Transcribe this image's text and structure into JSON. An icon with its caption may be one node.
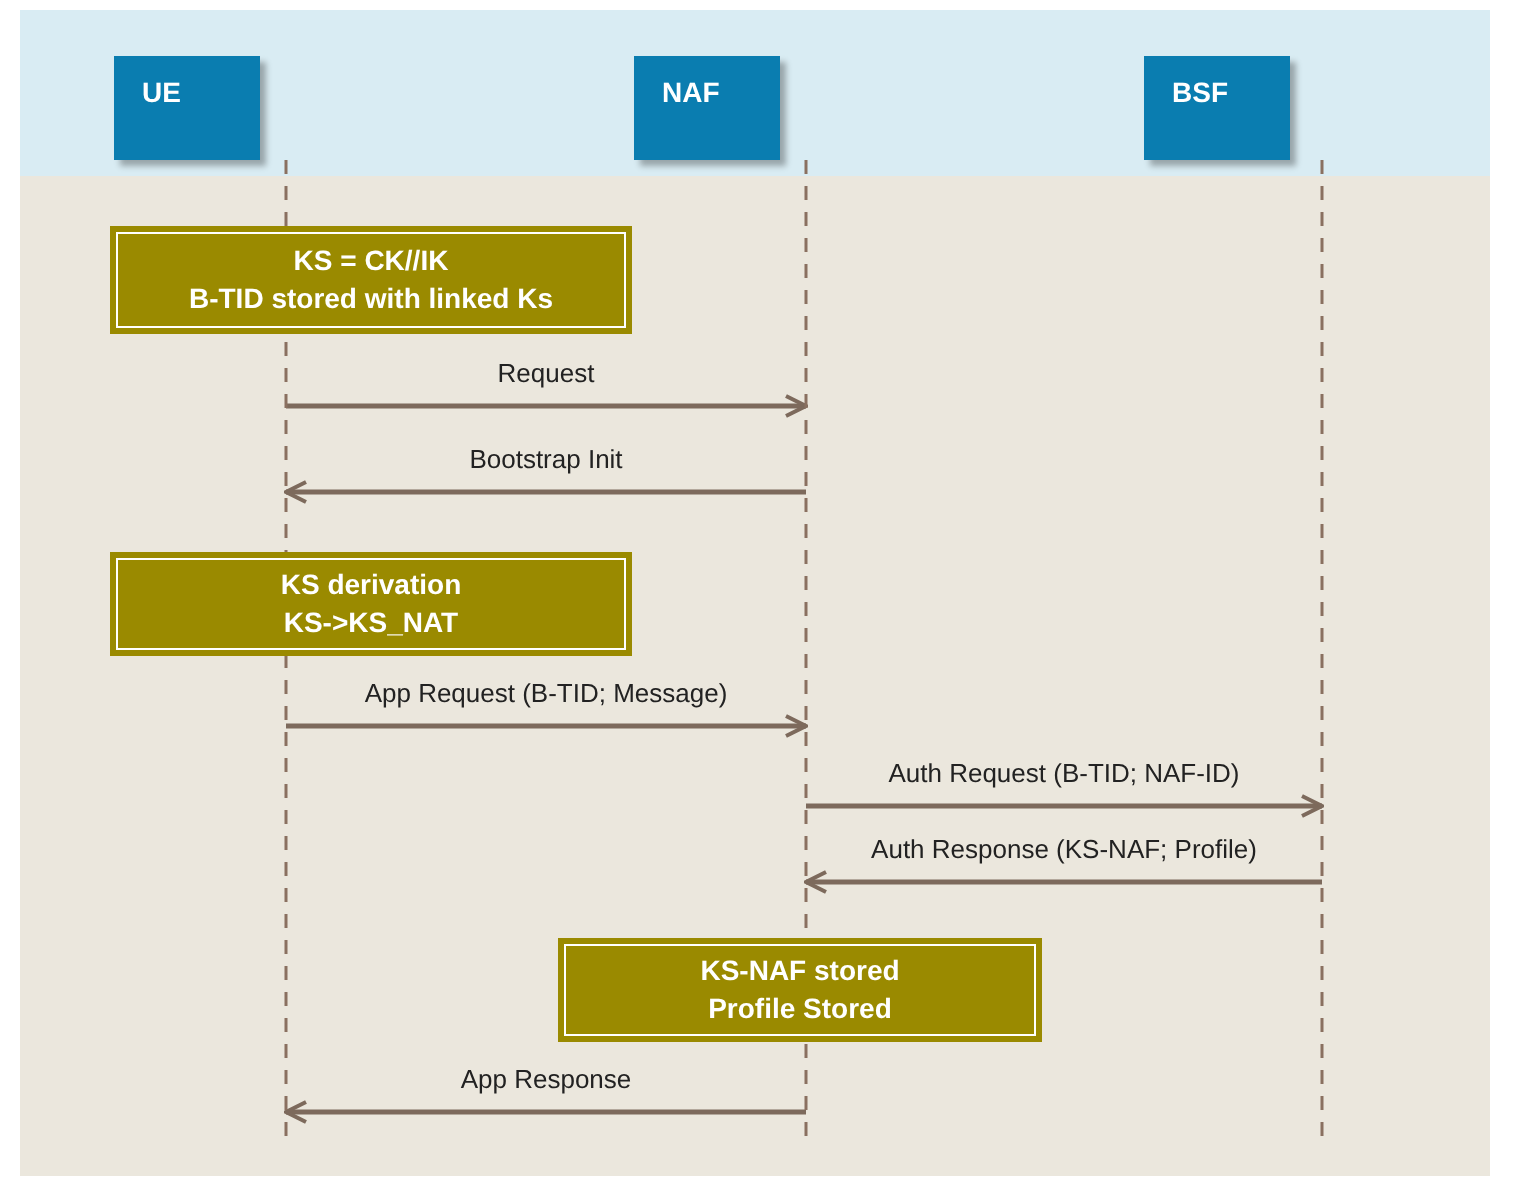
{
  "diagram": {
    "nodes": [
      {
        "text": [
          "UE"
        ]
      },
      {
        "text": [
          "NAF"
        ]
      },
      {
        "text": [
          "BSF"
        ]
      },
      {
        "text": [
          "KS = CK//IK",
          "B-TID stored with linked Ks"
        ]
      },
      {
        "text": [
          "KS derivation",
          "KS->KS_NAT"
        ]
      },
      {
        "text": [
          "KS-NAF stored",
          "Profile Stored"
        ]
      }
    ],
    "edges": [
      {
        "from": 0,
        "to": 1,
        "arrow": "to",
        "label": "Request"
      },
      {
        "from": 1,
        "to": 0,
        "arrow": "to",
        "label": "Bootstrap Init"
      },
      {
        "from": 0,
        "to": 1,
        "arrow": "to",
        "label": "App Request (B-TID; Message)"
      },
      {
        "from": 1,
        "to": 2,
        "arrow": "to",
        "label": "Auth Request (B-TID; NAF-ID)"
      },
      {
        "from": 2,
        "to": 1,
        "arrow": "to",
        "label": "Auth Response (KS-NAF; Profile)"
      },
      {
        "from": 1,
        "to": 0,
        "arrow": "to",
        "label": "App Response"
      }
    ]
  }
}
